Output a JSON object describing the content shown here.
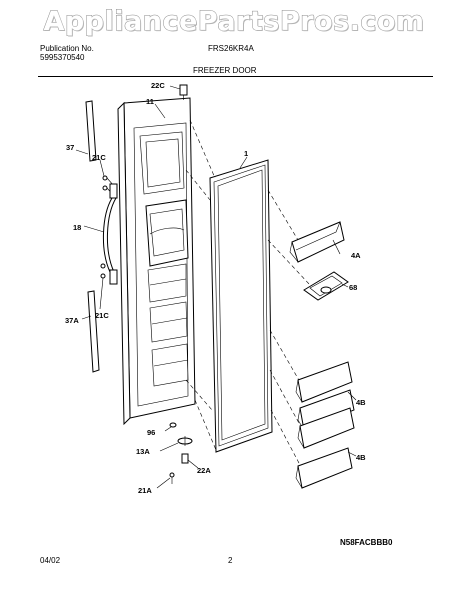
{
  "watermark": "AppliancePartsPros.com",
  "header": {
    "publication_label": "Publication No.",
    "publication_number": "5995370540",
    "model": "FRS26KR4A",
    "section_title": "FREEZER DOOR"
  },
  "callouts": {
    "c22C": "22C",
    "c11": "11",
    "c1": "1",
    "c37": "37",
    "c21C_top": "21C",
    "c18": "18",
    "c4A": "4A",
    "c68": "68",
    "c37A": "37A",
    "c21C_bottom": "21C",
    "c4B_upper": "4B",
    "c96": "96",
    "c13A": "13A",
    "c22A": "22A",
    "c4B_lower": "4B",
    "c21A": "21A"
  },
  "footer": {
    "date": "04/02",
    "page": "2",
    "drawing_code": "N58FACBBB0"
  }
}
